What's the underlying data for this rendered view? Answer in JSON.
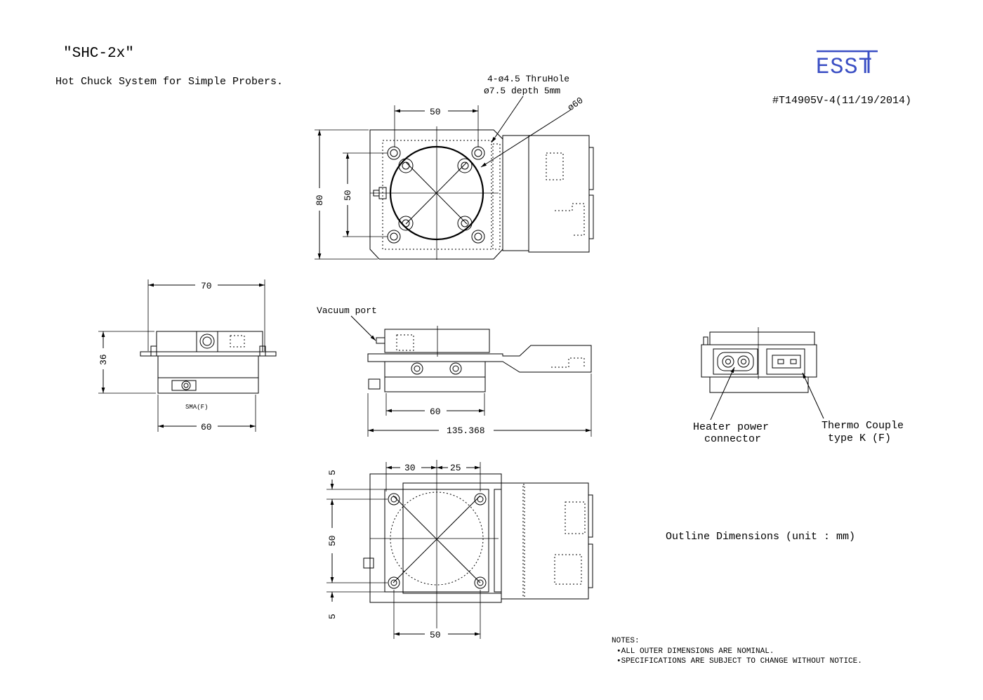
{
  "header": {
    "model": "\"SHC-2x\"",
    "subtitle": "Hot Chuck System for Simple Probers.",
    "logo": "ESST",
    "doc_number": "#T14905V-4(11/19/2014)"
  },
  "top_view": {
    "hole_note_1": "4-ø4.5 ThruHole",
    "hole_note_2": "ø7.5 depth 5mm",
    "diameter": "ø60",
    "dim_width": "50",
    "dim_height_outer": "80",
    "dim_height_inner": "50"
  },
  "left_view": {
    "dim_width": "70",
    "dim_height": "36",
    "dim_base": "60",
    "connector": "SMA(F)"
  },
  "front_view": {
    "vacuum_label": "Vacuum port",
    "dim_base": "60",
    "dim_total": "135.368"
  },
  "right_view": {
    "heater_label_1": "Heater power",
    "heater_label_2": "connector",
    "thermo_label_1": "Thermo Couple",
    "thermo_label_2": "type K (F)"
  },
  "bottom_view": {
    "dim_a": "30",
    "dim_b": "25",
    "dim_top": "5",
    "dim_mid": "50",
    "dim_bot": "5",
    "dim_width": "50"
  },
  "outline_note": "Outline Dimensions (unit : mm)",
  "notes": {
    "title": "NOTES:",
    "items": [
      "•ALL OUTER DIMENSIONS ARE NOMINAL.",
      "•SPECIFICATIONS ARE SUBJECT TO CHANGE WITHOUT NOTICE."
    ]
  },
  "colors": {
    "logo": "#3b4fc4",
    "ink": "#000000"
  }
}
